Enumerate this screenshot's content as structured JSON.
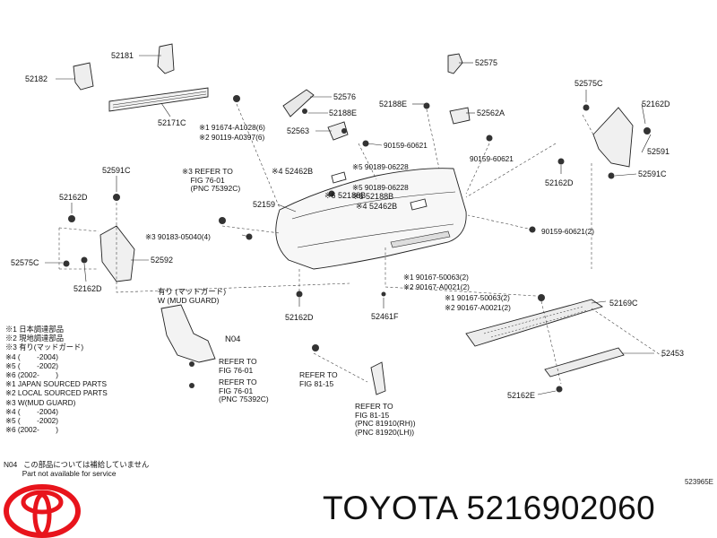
{
  "labels": {
    "p52181": "52181",
    "p52182": "52182",
    "p52171c": "52171C",
    "p52575_top": "52575",
    "p52576": "52576",
    "p52188e_1": "52188E",
    "p52563": "52563",
    "p52188e_2": "52188E",
    "p52562a": "52562A",
    "p52575c_top": "52575C",
    "p52162d_tr": "52162D",
    "p52591": "52591",
    "p52162d_r2": "52162D",
    "p52591c_r": "52591C",
    "p52591c_l": "52591C",
    "p52162d_l1": "52162D",
    "p52575c_l": "52575C",
    "p52592": "52592",
    "p52162d_l2": "52162D",
    "p52462b_1": "※4 52462B",
    "p52188b_1": "※6 52188B",
    "p52188b_2": "※6 52188B",
    "p52462b_2": "※4 52462B",
    "p52159": "52159",
    "p52162d_c": "52162D",
    "p52461f": "52461F",
    "p52169c": "52169C",
    "p52453": "52453",
    "p52162e": "52162E",
    "n04_tag": "N04",
    "b91674": "※1 91674-A1028(6)",
    "b90119": "※2 90119-A0397(6)",
    "b90159_a": "90159-60621",
    "b90159_b": "90159-60621",
    "b90189_1": "※5 90189-06228",
    "b90189_2": "※5 90189-06228",
    "b90183": "※3 90183-05040(4)",
    "b90159_c": "90159-60621(2)",
    "b90167_1": "※1 90167-50063(2)",
    "b90167_2": "※2 90167-A0021(2)",
    "b90167_3": "※1 90167-50063(2)",
    "b90167_4": "※2 90167-A0021(2)"
  },
  "refs": {
    "r1": "※3 REFER TO\n    FIG 76-01\n    (PNC 75392C)",
    "r2": "REFER TO\nFIG 76-01",
    "r3": "REFER TO\nFIG 76-01\n(PNC 75392C)",
    "r4": "REFER TO\nFIG 81-15",
    "r5": "REFER TO\nFIG 81-15\n(PNC 81910(RH))\n(PNC 81920(LH))"
  },
  "mud_guard": {
    "line1": "有り (マッドガード)",
    "line2": "W  (MUD GUARD)"
  },
  "notes": [
    "※1 日本調達部品",
    "※2 現地調達部品",
    "※3 有り(マッドガード)",
    "※4 (        -2004)",
    "※5 (        -2002)",
    "※6 (2002-        )",
    "※1 JAPAN SOURCED PARTS",
    "※2 LOCAL SOURCED PARTS",
    "※3 W(MUD GUARD)",
    "※4 (        -2004)",
    "※5 (        -2002)",
    "※6 (2002-        )"
  ],
  "n04_note": "N04   この部品については補給していません\n         Part not available for service",
  "diagram_code": "523965E",
  "brand_text": "TOYOTA 5216902060",
  "colors": {
    "logo_red": "#e8141c",
    "line": "#222222"
  },
  "icons": {
    "logo": "toyota-logo-icon"
  }
}
